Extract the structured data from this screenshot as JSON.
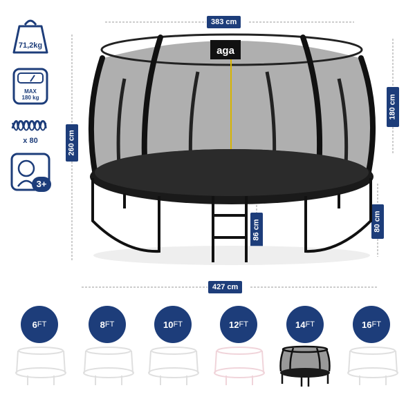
{
  "specs": {
    "weight": "71,2kg",
    "max_load": "MAX\n180 kg",
    "springs": "x 80",
    "age": "3+"
  },
  "dimensions": {
    "width_top": "383 cm",
    "width_bottom": "427 cm",
    "total_height": "260 cm",
    "net_height": "180 cm",
    "frame_height": "80 cm",
    "ladder_height": "86 cm"
  },
  "brand": "aga",
  "sizes": [
    {
      "num": "6",
      "unit": "FT",
      "selected": false
    },
    {
      "num": "8",
      "unit": "FT",
      "selected": false
    },
    {
      "num": "10",
      "unit": "FT",
      "selected": false
    },
    {
      "num": "12",
      "unit": "FT",
      "selected": false
    },
    {
      "num": "14",
      "unit": "FT",
      "selected": true
    },
    {
      "num": "16",
      "unit": "FT",
      "selected": false
    }
  ],
  "colors": {
    "accent": "#1d3d7a",
    "frame": "#1a1a1a"
  }
}
